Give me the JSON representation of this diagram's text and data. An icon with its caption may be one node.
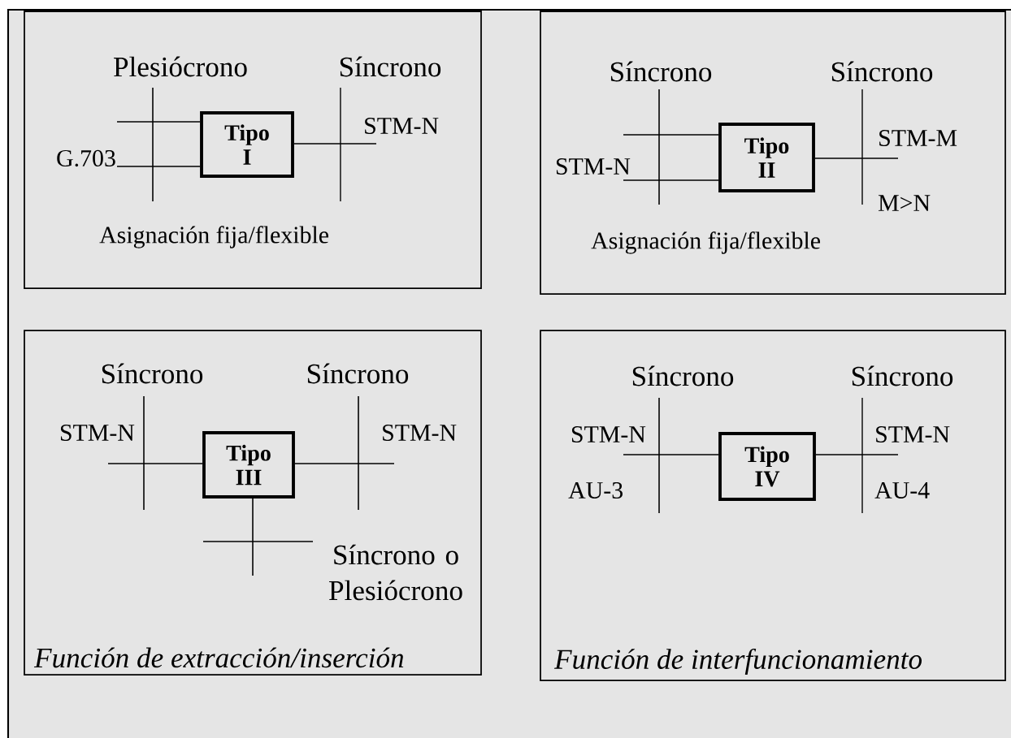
{
  "diagram": {
    "nodes": [
      {
        "text": [
          "Asignación fija/flexible"
        ]
      },
      {
        "text": [
          "Plesiócrono"
        ],
        "in": 0
      },
      {
        "text": [
          "Síncrono"
        ],
        "in": 0
      },
      {
        "text": [
          "Tipo I"
        ],
        "in": 0
      },
      {
        "text": [
          "Asignación fija/flexible"
        ]
      },
      {
        "text": [
          "Síncrono"
        ],
        "in": 4
      },
      {
        "text": [
          "Síncrono"
        ],
        "in": 4
      },
      {
        "text": [
          "Tipo II"
        ],
        "in": 4
      },
      {
        "text": [
          "Función de extracción/inserción"
        ]
      },
      {
        "text": [
          "Síncrono"
        ],
        "in": 8
      },
      {
        "text": [
          "Síncrono"
        ],
        "in": 8
      },
      {
        "text": [
          "Tipo III"
        ],
        "in": 8
      },
      {
        "text": [
          "Síncrono o Plesiócrono"
        ],
        "in": 8
      },
      {
        "text": [
          "Función de interfuncionamiento"
        ]
      },
      {
        "text": [
          "Síncrono"
        ],
        "in": 13
      },
      {
        "text": [
          "Síncrono"
        ],
        "in": 13
      },
      {
        "text": [
          "Tipo IV"
        ],
        "in": 13
      }
    ],
    "edges": [
      {
        "from": 3,
        "to": 1,
        "arrow": "none"
      },
      {
        "from": 3,
        "to": 1,
        "arrow": "none"
      },
      {
        "from": 3,
        "to": 2,
        "arrow": "none"
      },
      {
        "from": 7,
        "to": 5,
        "arrow": "none"
      },
      {
        "from": 7,
        "to": 5,
        "arrow": "none"
      },
      {
        "from": 7,
        "to": 6,
        "arrow": "none"
      },
      {
        "from": 11,
        "to": 9,
        "arrow": "none"
      },
      {
        "from": 11,
        "to": 10,
        "arrow": "none"
      },
      {
        "from": 11,
        "to": 12,
        "arrow": "none"
      },
      {
        "from": 16,
        "to": 14,
        "arrow": "none"
      },
      {
        "from": 16,
        "to": 15,
        "arrow": "none"
      }
    ],
    "labels": [
      "STM-N",
      "G.703",
      "STM-M",
      "STM-N",
      "M>N",
      "STM-N",
      "STM-N",
      "STM-N",
      "STM-N",
      "AU-3",
      "AU-4"
    ]
  }
}
